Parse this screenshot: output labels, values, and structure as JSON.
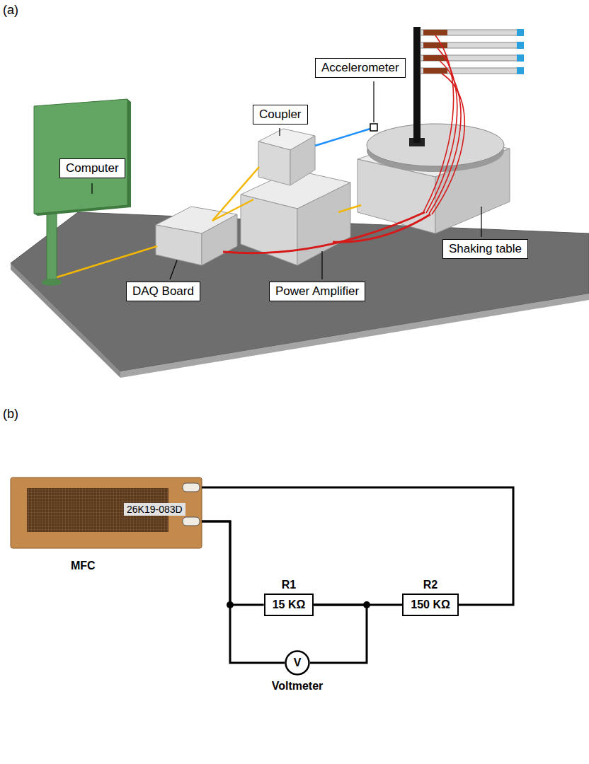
{
  "diagram": {
    "nodes": [
      {
        "text": [
          "Accelerometer"
        ]
      },
      {
        "text": [
          "Coupler"
        ]
      },
      {
        "text": [
          "Computer"
        ]
      },
      {
        "text": [
          "Shaking table"
        ]
      },
      {
        "text": [
          "DAQ Board"
        ]
      },
      {
        "text": [
          "Power Amplifier"
        ]
      },
      {
        "text": [
          "26K19-083D",
          "MFC"
        ]
      },
      {
        "text": [
          "R1",
          "15 KΩ"
        ]
      },
      {
        "text": [
          "R2",
          "150 KΩ"
        ]
      },
      {
        "text": [
          "V",
          "Voltmeter"
        ]
      }
    ],
    "edges": [
      {
        "from": 6,
        "to": 8,
        "arrow": "none"
      },
      {
        "from": 6,
        "to": 7,
        "arrow": "none"
      },
      {
        "from": 7,
        "to": 8,
        "arrow": "none"
      },
      {
        "from": 9,
        "to": 6,
        "arrow": "none"
      },
      {
        "from": 9,
        "to": 7,
        "arrow": "none"
      }
    ],
    "labels": [
      "(a)",
      "(b)"
    ]
  }
}
